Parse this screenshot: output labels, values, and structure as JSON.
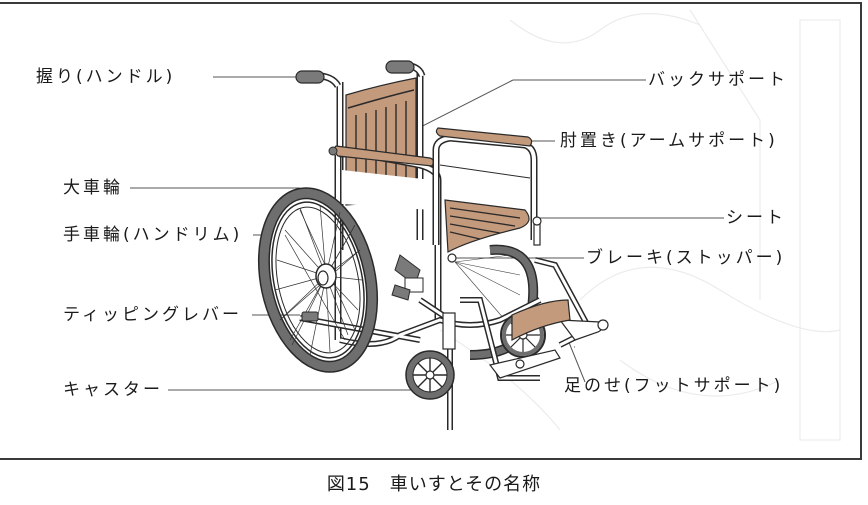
{
  "figure": {
    "caption": "図15　車いすとその名称",
    "colors": {
      "upholstery": "#c49a7c",
      "grip": "#7a7a7a",
      "tire": "#6e6e6e",
      "frame_line": "#2a2a2a",
      "frame_fill": "#ffffff",
      "leader_line": "#555555",
      "border": "#3a3a3a"
    }
  },
  "labels": {
    "left": [
      {
        "id": "handle",
        "text": "握り(ハンドル)"
      },
      {
        "id": "large-wheel",
        "text": "大車輪"
      },
      {
        "id": "hand-rim",
        "text": "手車輪(ハンドリム)"
      },
      {
        "id": "tipping-lever",
        "text": "ティッピングレバー"
      },
      {
        "id": "caster",
        "text": "キャスター"
      }
    ],
    "right": [
      {
        "id": "back-support",
        "text": "バックサポート"
      },
      {
        "id": "arm-support",
        "text": "肘置き(アームサポート)"
      },
      {
        "id": "seat",
        "text": "シート"
      },
      {
        "id": "brake",
        "text": "ブレーキ(ストッパー)"
      },
      {
        "id": "foot-support",
        "text": "足のせ(フットサポート)"
      }
    ]
  }
}
